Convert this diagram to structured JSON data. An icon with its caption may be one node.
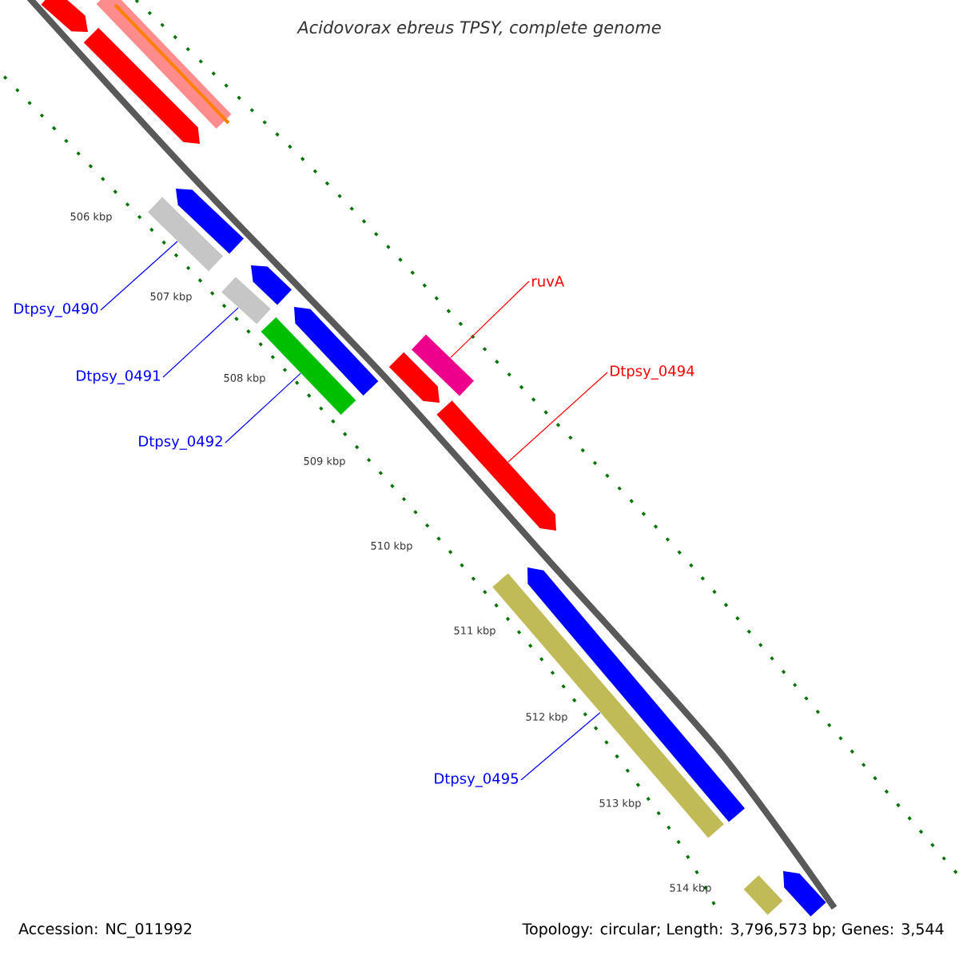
{
  "diagram": {
    "title": "Acidovorax ebreus TPSY, complete genome",
    "nodes": [
      {
        "text": [
          "Dtpsy_0490"
        ]
      },
      {
        "text": [
          "Dtpsy_0491"
        ]
      },
      {
        "text": [
          "Dtpsy_0492"
        ]
      },
      {
        "text": [
          "ruvA"
        ]
      },
      {
        "text": [
          "Dtpsy_0494"
        ]
      },
      {
        "text": [
          "Dtpsy_0495"
        ]
      },
      {
        "text": [],
        "shape": "bar"
      },
      {
        "text": [],
        "shape": "bar"
      },
      {
        "text": [],
        "shape": "bar"
      },
      {
        "text": [],
        "shape": "bar"
      },
      {
        "text": [],
        "shape": "bar"
      },
      {
        "text": [],
        "shape": "bar"
      },
      {
        "text": [],
        "shape": "bar"
      },
      {
        "text": [],
        "shape": "bar"
      },
      {
        "text": [],
        "shape": "bar"
      },
      {
        "text": [],
        "shape": "bar"
      },
      {
        "text": [],
        "shape": "bar"
      },
      {
        "text": [],
        "shape": "bar"
      },
      {
        "text": [],
        "shape": "bar"
      },
      {
        "text": [],
        "shape": "bar"
      },
      {
        "text": [],
        "shape": "bar"
      },
      {
        "text": [],
        "shape": "bar"
      }
    ],
    "edges": [
      {
        "from": 0,
        "to": 10,
        "arrow": "none"
      },
      {
        "from": 1,
        "to": 12,
        "arrow": "none"
      },
      {
        "from": 2,
        "to": 14,
        "arrow": "none"
      },
      {
        "from": 3,
        "to": 15,
        "arrow": "none",
        "color": "#ff0000"
      },
      {
        "from": 4,
        "to": 17,
        "arrow": "none",
        "color": "#ff0000"
      },
      {
        "from": 5,
        "to": 19,
        "arrow": "none"
      }
    ],
    "labels": [
      "506 kbp",
      "507 kbp",
      "508 kbp",
      "509 kbp",
      "510 kbp",
      "511 kbp",
      "512 kbp",
      "513 kbp",
      "514 kbp",
      "Accession: NC_011992",
      "Topology: circular; Length: 3,796,573 bp; Genes: 3,544"
    ]
  }
}
